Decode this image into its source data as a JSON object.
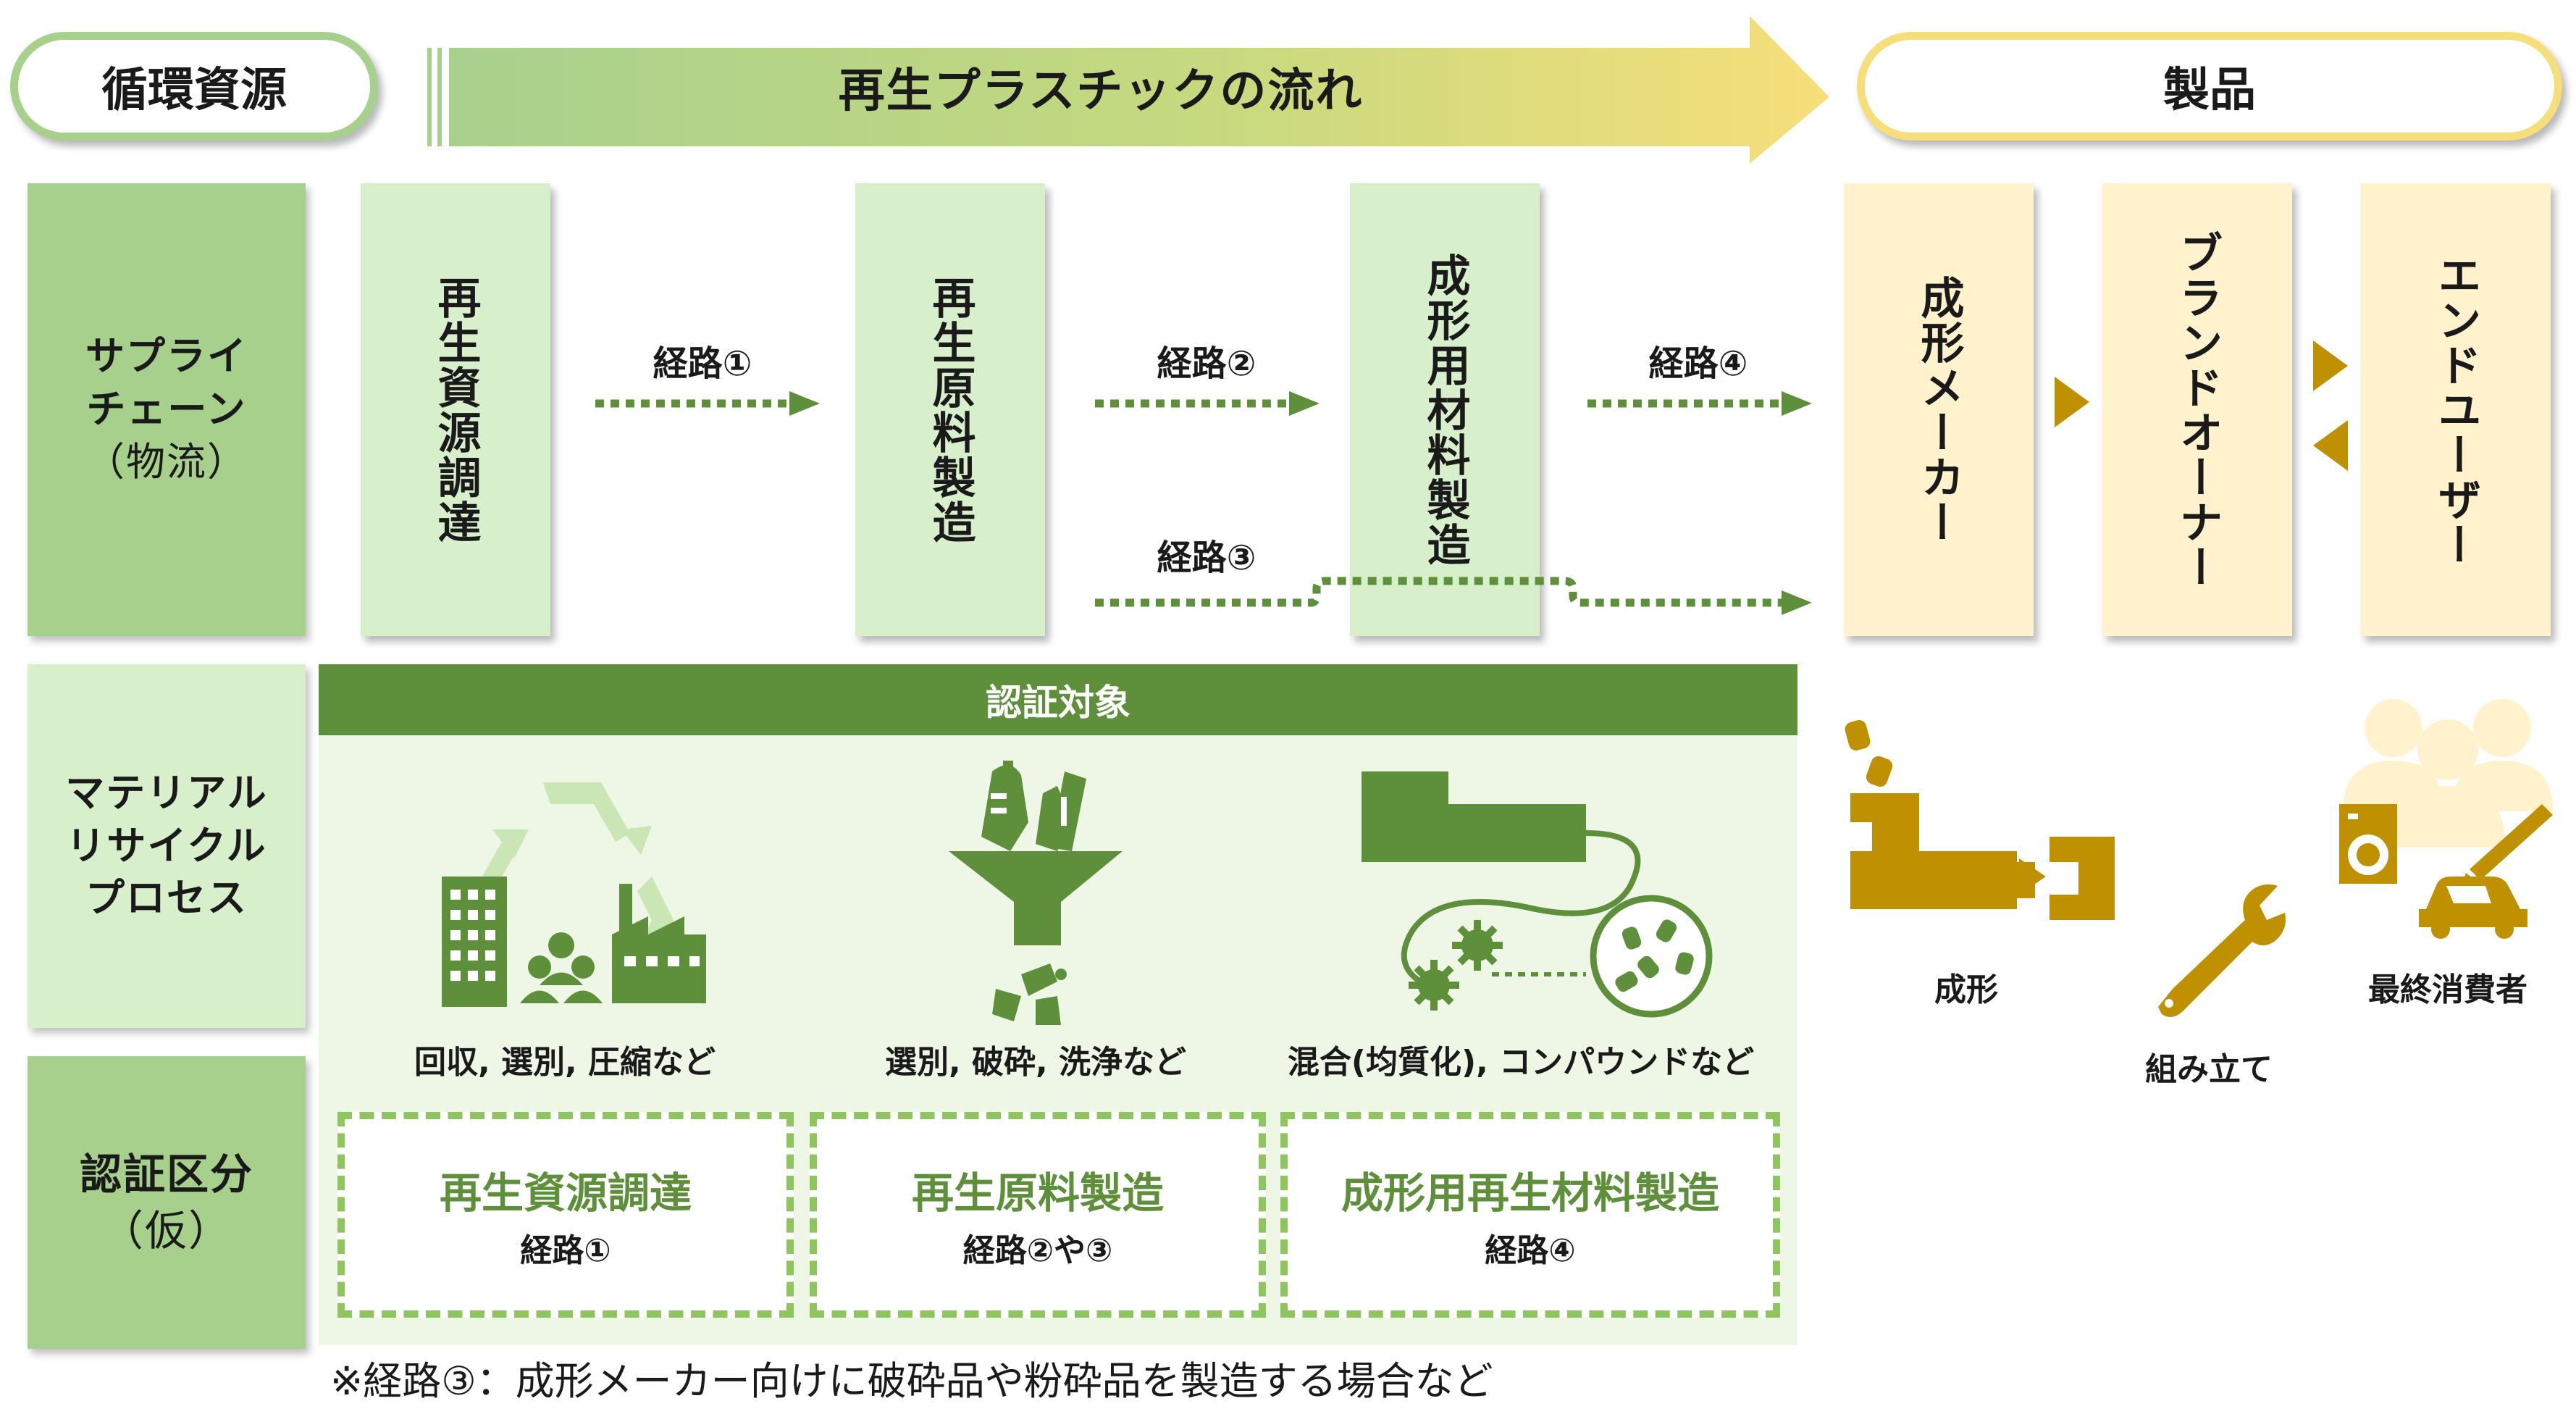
{
  "header": {
    "left_pill": "循環資源",
    "flow_banner": "再生プラスチックの流れ",
    "right_pill": "製品"
  },
  "row_labels": {
    "supply_chain": [
      "サプライ",
      "チェーン",
      "（物流）"
    ],
    "recycle_process": [
      "マテリアル",
      "リサイクル",
      "プロセス"
    ],
    "cert_category": [
      "認証区分",
      "（仮）"
    ]
  },
  "supply_boxes": [
    "再生資源調達",
    "再生原料製造",
    "成形用材料製造"
  ],
  "product_boxes": [
    "成形メーカー",
    "ブランドオーナー",
    "エンドユーザー"
  ],
  "routes": {
    "r1": "経路①",
    "r2": "経路②",
    "r3": "経路③",
    "r4": "経路④"
  },
  "cert_target": "認証対象",
  "process_captions": [
    "回収, 選別, 圧縮など",
    "選別, 破砕, 洗浄など",
    "混合(均質化), コンパウンドなど"
  ],
  "product_captions": {
    "molding": "成形",
    "assembly": "組み立て",
    "consumer": "最終消費者"
  },
  "cert_boxes": [
    {
      "title": "再生資源調達",
      "route": "経路①"
    },
    {
      "title": "再生原料製造",
      "route": "経路②や③"
    },
    {
      "title": "成形用再生材料製造",
      "route": "経路④"
    }
  ],
  "footnote": "※経路③：成形メーカー向けに破砕品や粉砕品を製造する場合など",
  "colors": {
    "green_dark": "#5e8f3a",
    "green_mid": "#a8d08d",
    "green_light": "#d8efcc",
    "cream": "#fff2cd",
    "gold": "#bf9000",
    "yellow": "#f6df7a"
  }
}
